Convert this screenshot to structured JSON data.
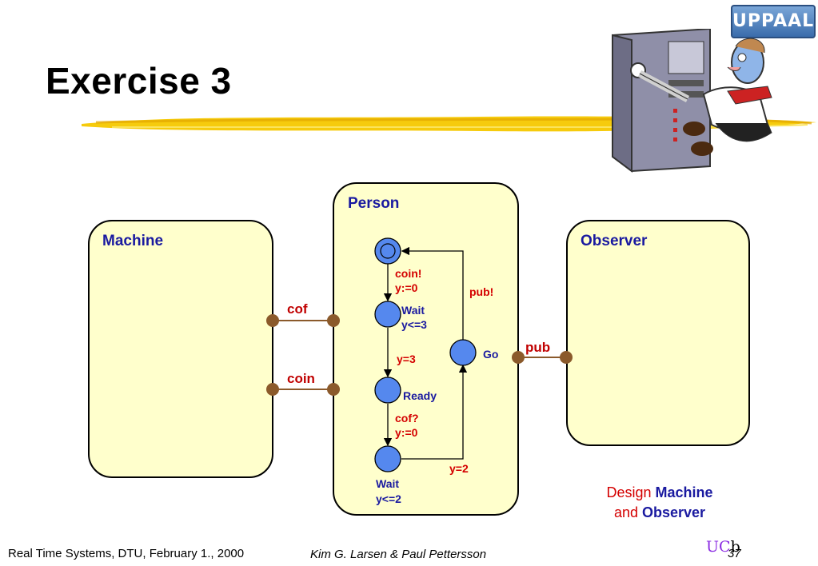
{
  "slide": {
    "title": "Exercise 3",
    "logo_text": "UPPAAL",
    "footer_left": "Real Time Systems, DTU, February 1., 2000",
    "footer_mid": "Kim G. Larsen & Paul Pettersson",
    "footer_uc": "UC",
    "footer_uc_b": "b",
    "page_number": "37"
  },
  "diagram": {
    "machine_title": "Machine",
    "person_title": "Person",
    "observer_title": "Observer",
    "channels": {
      "cof": "cof",
      "coin": "coin",
      "pub": "pub"
    },
    "edges": {
      "e1_sync": "coin!",
      "e1_update": "y:=0",
      "e2_guard": "y=3",
      "e3_sync": "cof?",
      "e3_update": "y:=0",
      "e4_guard": "y=2",
      "e5_sync": "pub!"
    },
    "locations": {
      "wait1_name": "Wait",
      "wait1_inv": "y<=3",
      "ready_name": "Ready",
      "wait2_name": "Wait",
      "wait2_inv": "y<=2",
      "go_name": "Go"
    }
  },
  "note": {
    "line1_a": "Design ",
    "line1_b": "Machine",
    "line2_a": "and ",
    "line2_b": "Observer"
  },
  "colors": {
    "box_fill": "#ffffcc",
    "node_fill": "#5588ee",
    "port_fill": "#8b5a2b",
    "label_red": "#d40000",
    "label_blue": "#1a1aa0",
    "stripe": "#f5c800"
  }
}
